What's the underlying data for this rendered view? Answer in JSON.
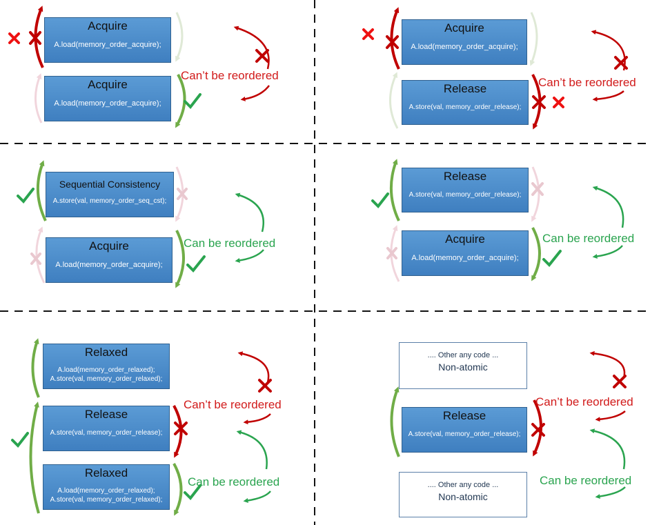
{
  "colors": {
    "box_fill": "#5b9bd5",
    "box_border": "#2e5f8e",
    "arrow_green": "#70ad47",
    "arrow_red": "#c00000",
    "label_red": "#d11a1a",
    "label_green": "#2aa44f",
    "faded": "#e6efe0"
  },
  "labels": {
    "cant_reorder": "Can’t be reordered",
    "can_reorder": "Can be reordered"
  },
  "panels": {
    "p1": {
      "top": {
        "title": "Acquire",
        "code": "A.load(memory_order_acquire);"
      },
      "bottom": {
        "title": "Acquire",
        "code": "A.load(memory_order_acquire);"
      }
    },
    "p2": {
      "top": {
        "title": "Acquire",
        "code": "A.load(memory_order_acquire);"
      },
      "bottom": {
        "title": "Release",
        "code": "A.store(val, memory_order_release);"
      }
    },
    "p3": {
      "top": {
        "title": "Sequential Consistency",
        "code": "A.store(val, memory_order_seq_cst);"
      },
      "bottom": {
        "title": "Acquire",
        "code": "A.load(memory_order_acquire);"
      }
    },
    "p4": {
      "top": {
        "title": "Release",
        "code": "A.store(val, memory_order_release);"
      },
      "bottom": {
        "title": "Acquire",
        "code": "A.load(memory_order_acquire);"
      }
    },
    "p5": {
      "top": {
        "title": "Relaxed",
        "code1": "A.load(memory_order_relaxed);",
        "code2": "A.store(val, memory_order_relaxed);"
      },
      "middle": {
        "title": "Release",
        "code": "A.store(val, memory_order_release);"
      },
      "bottom": {
        "title": "Relaxed",
        "code1": "A.load(memory_order_relaxed);",
        "code2": "A.store(val, memory_order_relaxed);"
      }
    },
    "p6": {
      "top": {
        "other": ".... Other any code ...",
        "kind": "Non-atomic"
      },
      "middle": {
        "title": "Release",
        "code": "A.store(val, memory_order_release);"
      },
      "bottom": {
        "other": ".... Other any code ...",
        "kind": "Non-atomic"
      }
    }
  }
}
